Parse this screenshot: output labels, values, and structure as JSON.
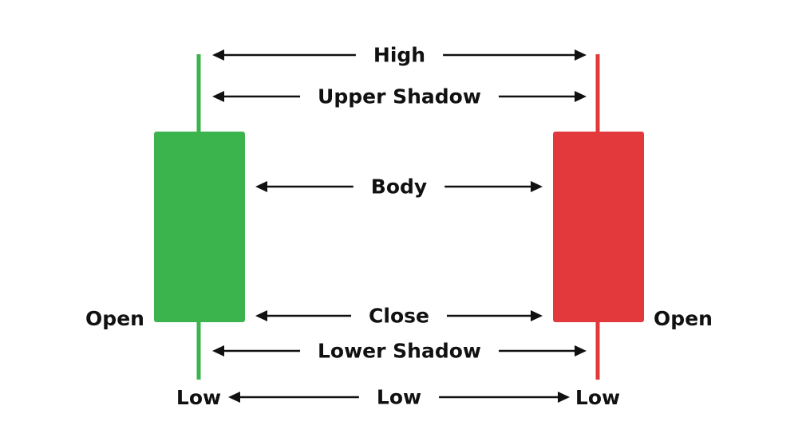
{
  "diagram": {
    "colors": {
      "bullish": "#3cb44e",
      "bearish": "#e4393c",
      "arrow": "#111111",
      "text": "#111111",
      "background": "#ffffff"
    },
    "candles": {
      "bullish": {
        "name": "green-candle",
        "side_label": "Open",
        "bottom_label": "Low"
      },
      "bearish": {
        "name": "red-candle",
        "side_label": "Open",
        "bottom_label": "Low"
      }
    },
    "arrows": [
      {
        "key": "high",
        "label": "High"
      },
      {
        "key": "upper-shadow",
        "label": "Upper Shadow"
      },
      {
        "key": "body",
        "label": "Body"
      },
      {
        "key": "close",
        "label": "Close"
      },
      {
        "key": "lower-shadow",
        "label": "Lower Shadow"
      },
      {
        "key": "low",
        "label": "Low"
      }
    ]
  }
}
